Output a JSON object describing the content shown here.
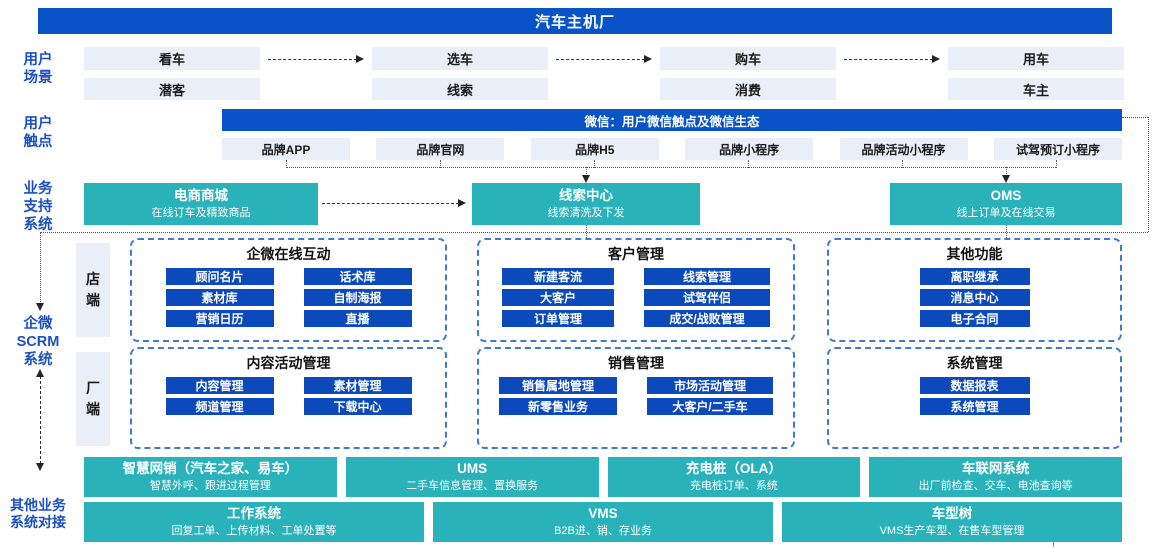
{
  "colors": {
    "primary_blue": "#0853c6",
    "button_blue": "#0c49bb",
    "teal": "#29b2ba",
    "light_box": "#e9eef7",
    "label_blue": "#1b50c2",
    "dashed_border_blue": "#3c7ad6"
  },
  "header": {
    "title": "汽车主机厂"
  },
  "rail": {
    "scene": [
      "用户",
      "场景"
    ],
    "touch": [
      "用户",
      "触点"
    ],
    "support": [
      "业务",
      "支持",
      "系统"
    ],
    "scrm": [
      "企微",
      "SCRM",
      "系统"
    ],
    "external": [
      "其他业务",
      "系统对接"
    ]
  },
  "journey": {
    "stages": [
      "看车",
      "选车",
      "购车",
      "用车"
    ],
    "statuses": [
      "潜客",
      "线索",
      "消费",
      "车主"
    ]
  },
  "touchpoints": {
    "wechat_bar": "微信：用户微信触点及微信生态",
    "channels": [
      "品牌APP",
      "品牌官网",
      "品牌H5",
      "品牌小程序",
      "品牌活动小程序",
      "试驾预订小程序"
    ]
  },
  "support_systems": [
    {
      "title": "电商商城",
      "subtitle": "在线订车及精致商品"
    },
    {
      "title": "线索中心",
      "subtitle": "线索清洗及下发"
    },
    {
      "title": "OMS",
      "subtitle": "线上订单及在线交易"
    }
  ],
  "scrm": {
    "store_tab": [
      "店",
      "端"
    ],
    "factory_tab": [
      "厂",
      "端"
    ],
    "store_groups": [
      {
        "title": "企微在线互动",
        "items": [
          "顾问名片",
          "话术库",
          "素材库",
          "自制海报",
          "营销日历",
          "直播"
        ]
      },
      {
        "title": "客户管理",
        "items": [
          "新建客流",
          "线索管理",
          "大客户",
          "试驾伴侣",
          "订单管理",
          "成交/战败管理"
        ]
      },
      {
        "title": "其他功能",
        "items": [
          "离职继承",
          "消息中心",
          "电子合同"
        ]
      }
    ],
    "factory_groups": [
      {
        "title": "内容活动管理",
        "items": [
          "内容管理",
          "素材管理",
          "频道管理",
          "下载中心"
        ]
      },
      {
        "title": "销售管理",
        "items": [
          "销售属地管理",
          "市场活动管理",
          "新零售业务",
          "大客户/二手车"
        ]
      },
      {
        "title": "系统管理",
        "items": [
          "数据报表",
          "系统管理"
        ]
      }
    ]
  },
  "external_systems": {
    "row1": [
      {
        "title": "智慧网销（汽车之家、易车）",
        "subtitle": "智慧外呼、跟进过程管理"
      },
      {
        "title": "UMS",
        "subtitle": "二手车信息管理、置换服务"
      },
      {
        "title": "充电桩（OLA）",
        "subtitle": "充电桩订单、系统"
      },
      {
        "title": "车联网系统",
        "subtitle": "出厂前检查、交车、电池查询等"
      }
    ],
    "row2": [
      {
        "title": "工作系统",
        "subtitle": "回复工单、上传材料、工单处置等"
      },
      {
        "title": "VMS",
        "subtitle": "B2B进、销、存业务"
      },
      {
        "title": "车型树",
        "subtitle": "VMS生产车型、在售车型管理"
      }
    ]
  }
}
